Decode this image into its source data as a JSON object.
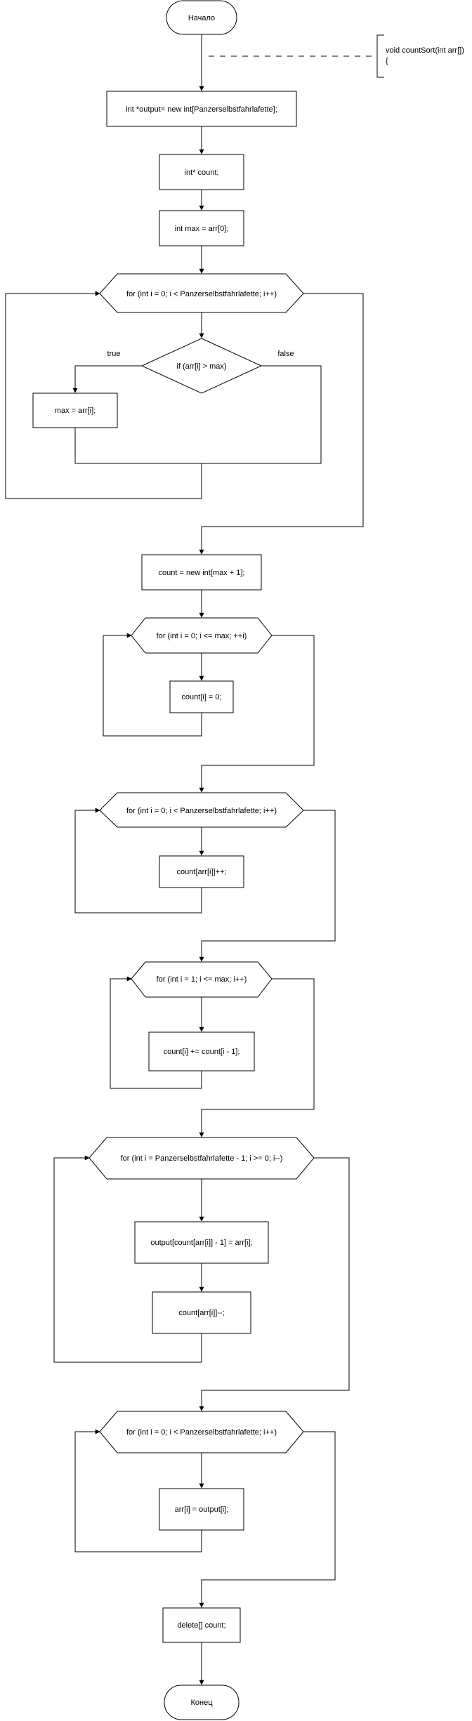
{
  "start": "Начало",
  "end": "Конец",
  "annotation": {
    "line1": "void countSort(int arr[])",
    "line2": "{"
  },
  "steps": {
    "alloc_output": "int *output= new int[Panzerselbstfahrlafette];",
    "decl_count": "int* count;",
    "init_max": "int max = arr[0];",
    "loop1": "for (int i = 0; i < Panzerselbstfahrlafette; i++)",
    "cond_max": "if (arr[i] > max)",
    "true_label": "true",
    "false_label": "false",
    "assign_max": "max = arr[i];",
    "alloc_count": "count = new int[max + 1];",
    "loop2": "for (int i = 0; i <= max; ++i)",
    "zero_count": "count[i] = 0;",
    "loop3": "for (int i = 0; i < Panzerselbstfahrlafette; i++)",
    "inc_count": "count[arr[i]]++;",
    "loop4": "for (int i = 1; i <= max; i++)",
    "prefix_sum": "count[i] += count[i - 1];",
    "loop5": "for (int i = Panzerselbstfahrlafette - 1; i >= 0; i--)",
    "place_output": "output[count[arr[i]] - 1] = arr[i];",
    "dec_count": "count[arr[i]]--;",
    "loop6": "for (int i = 0; i < Panzerselbstfahrlafette; i++)",
    "copy_back": "arr[i] = output[i];",
    "delete_count": "delete[] count;"
  }
}
